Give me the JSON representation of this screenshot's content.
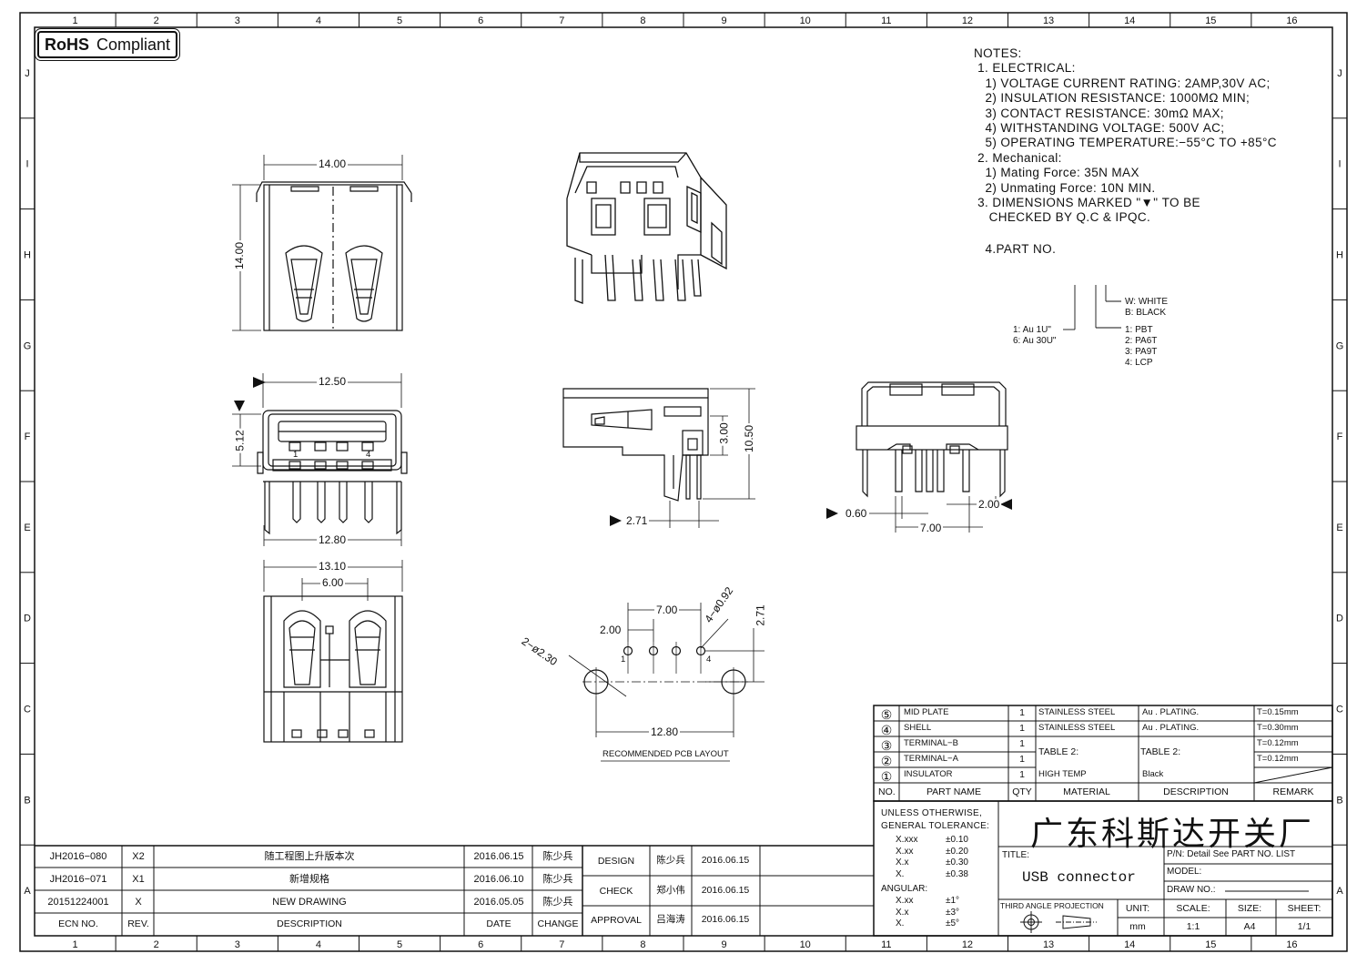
{
  "rohs": {
    "bold": "RoHS",
    "label": "Compliant"
  },
  "grid": {
    "columns": [
      "1",
      "2",
      "3",
      "4",
      "5",
      "6",
      "7",
      "8",
      "9",
      "10",
      "11",
      "12",
      "13",
      "14",
      "15",
      "16"
    ],
    "rows": [
      "J",
      "I",
      "H",
      "G",
      "F",
      "E",
      "D",
      "C",
      "B",
      "A"
    ]
  },
  "notes": [
    "NOTES:",
    " 1. ELECTRICAL:",
    "   1) VOLTAGE CURRENT RATING: 2AMP,30V AC;",
    "   2) INSULATION RESISTANCE: 1000MΩ MIN;",
    "   3) CONTACT RESISTANCE: 30mΩ MAX;",
    "   4) WITHSTANDING VOLTAGE: 500V AC;",
    "   5) OPERATING TEMPERATURE:−55°C TO +85°C",
    " 2. Mechanical:",
    "   1) Mating Force: 35N MAX",
    "   2) Unmating Force: 10N MIN.",
    " 3. DIMENSIONS MARKED \"▼\" TO BE",
    "    CHECKED BY Q.C & IPQC.",
    "",
    "   4.PART NO."
  ],
  "part_no": {
    "color_options": [
      "W: WHITE",
      "B: BLACK"
    ],
    "plating_options": [
      "1: Au 1U\"",
      "6: Au 30U\""
    ],
    "material_options": [
      "1: PBT",
      "2: PA6T",
      "3: PA9T",
      "4: LCP"
    ]
  },
  "dimensions": {
    "top_width": "14.00",
    "top_height": "14.00",
    "front_width": "12.50",
    "front_height": "5.12",
    "front_bottom": "12.80",
    "pin_1": "1",
    "pin_4": "4",
    "bottom_width": "13.10",
    "bottom_inner": "6.00",
    "side_height_a": "3.00",
    "side_height_b": "10.50",
    "side_offset": "2.71",
    "rear_pin": "0.60",
    "rear_span": "7.00",
    "rear_pitch": "2.00",
    "pcb_span": "7.00",
    "pcb_pitch": "2.00",
    "pcb_hole_small": "4−ø0.92",
    "pcb_offset": "2.71",
    "pcb_hole_big": "2−ø2.30",
    "pcb_width": "12.80",
    "pcb_pin_1": "1",
    "pcb_pin_4": "4",
    "pcb_label": "RECOMMENDED PCB LAYOUT"
  },
  "bom": {
    "rows": [
      {
        "no": "⑤",
        "part": "MID PLATE",
        "qty": "1",
        "material": "STAINLESS STEEL",
        "description": "Au . PLATING.",
        "remark": "T=0.15mm"
      },
      {
        "no": "④",
        "part": "SHELL",
        "qty": "1",
        "material": "STAINLESS STEEL",
        "description": "Au . PLATING.",
        "remark": "T=0.30mm"
      },
      {
        "no": "③",
        "part": "TERMINAL−B",
        "qty": "1",
        "material": "TABLE 2:",
        "description": "TABLE 2:",
        "remark": "T=0.12mm"
      },
      {
        "no": "②",
        "part": "TERMINAL−A",
        "qty": "1",
        "material": "",
        "description": "",
        "remark": "T=0.12mm"
      },
      {
        "no": "①",
        "part": "INSULATOR",
        "qty": "1",
        "material": "HIGH TEMP",
        "description": "Black",
        "remark": ""
      }
    ],
    "headers": [
      "NO.",
      "PART NAME",
      "QTY",
      "MATERIAL",
      "DESCRIPTION",
      "REMARK"
    ]
  },
  "tolerance": {
    "title1": "UNLESS OTHERWISE,",
    "title2": "GENERAL TOLERANCE:",
    "linear": [
      [
        "X.xxx",
        "±0.10"
      ],
      [
        "X.xx",
        "±0.20"
      ],
      [
        "X.x",
        "±0.30"
      ],
      [
        "X.",
        "±0.38"
      ]
    ],
    "angular_label": "ANGULAR:",
    "angular": [
      [
        "X.xx",
        "±1°"
      ],
      [
        "X.x",
        "±3°"
      ],
      [
        "X.",
        "±5°"
      ]
    ]
  },
  "company": "广东科斯达开关厂",
  "title_block": {
    "title_label": "TITLE:",
    "title": "USB connector",
    "pn_label": "P/N: Detail See PART NO. LIST",
    "model_label": "MODEL:",
    "draw_no_label": "DRAW NO.:",
    "projection_label": "THIRD ANGLE PROJECTION",
    "unit_label": "UNIT:",
    "unit": "mm",
    "scale_label": "SCALE:",
    "scale": "1:1",
    "size_label": "SIZE:",
    "size": "A4",
    "sheet_label": "SHEET:",
    "sheet": "1/1"
  },
  "approvals": [
    {
      "role": "DESIGN",
      "name": "陈少兵",
      "date": "2016.06.15"
    },
    {
      "role": "CHECK",
      "name": "郑小伟",
      "date": "2016.06.15"
    },
    {
      "role": "APPROVAL",
      "name": "吕海涛",
      "date": "2016.06.15"
    }
  ],
  "revisions": [
    {
      "ecn": "JH2016−080",
      "rev": "X2",
      "description": "随工程图上升版本次",
      "date": "2016.06.15",
      "change": "陈少兵"
    },
    {
      "ecn": "JH2016−071",
      "rev": "X1",
      "description": "新增规格",
      "date": "2016.06.10",
      "change": "陈少兵"
    },
    {
      "ecn": "20151224001",
      "rev": "X",
      "description": "NEW DRAWING",
      "date": "2016.05.05",
      "change": "陈少兵"
    }
  ],
  "revision_headers": {
    "ecn": "ECN NO.",
    "rev": "REV.",
    "description": "DESCRIPTION",
    "date": "DATE",
    "change": "CHANGE"
  }
}
